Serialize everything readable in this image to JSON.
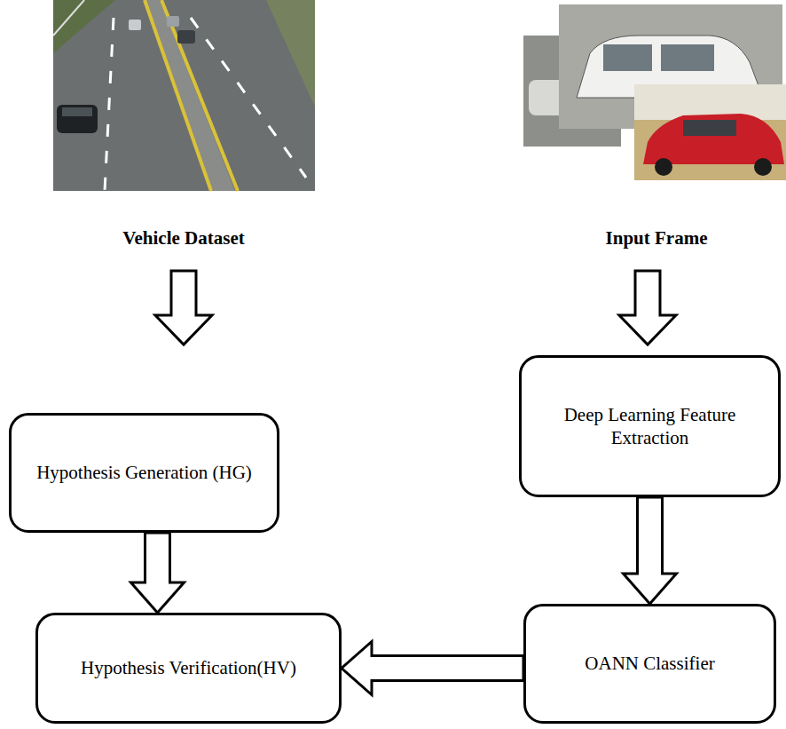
{
  "diagram": {
    "nodes": [
      {
        "text": [
          "Hypothesis Generation (HG)"
        ]
      },
      {
        "text": [
          "Deep Learning Feature Extraction"
        ]
      },
      {
        "text": [
          "Hypothesis Verification(HV)"
        ]
      },
      {
        "text": [
          "OANN Classifier"
        ]
      }
    ],
    "edges": [
      {
        "from": 0,
        "to": 2,
        "arrow": "to"
      },
      {
        "from": 1,
        "to": 3,
        "arrow": "to"
      },
      {
        "from": 3,
        "to": 2,
        "arrow": "to"
      }
    ],
    "labels": [
      "Vehicle Dataset",
      "Input Frame"
    ]
  }
}
